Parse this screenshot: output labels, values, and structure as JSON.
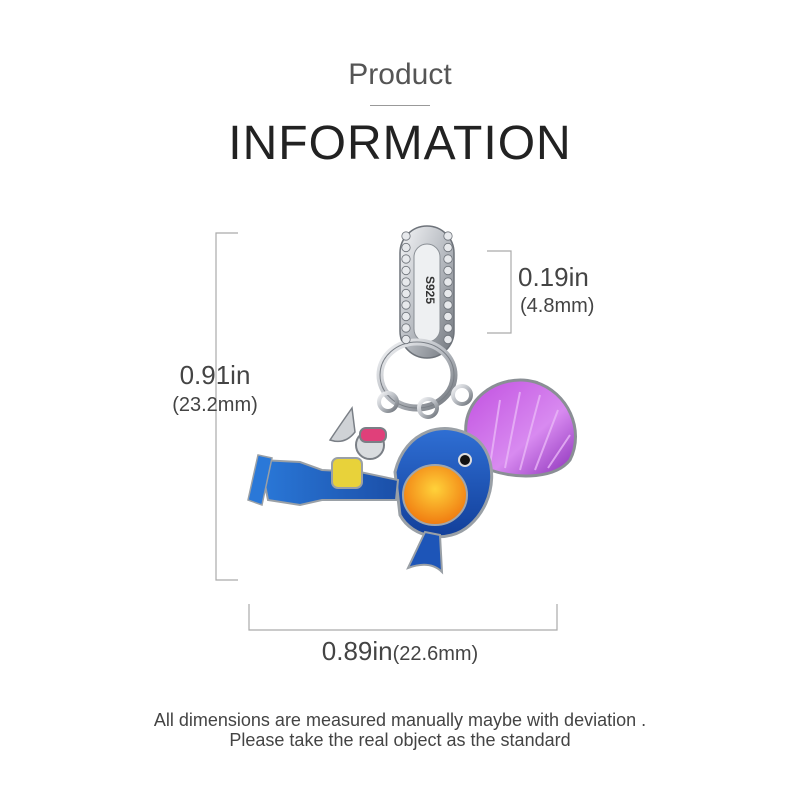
{
  "header": {
    "small_title": "Product",
    "main_title": "INFORMATION"
  },
  "dimensions": {
    "height_in": "0.91in",
    "height_mm": "(23.2mm)",
    "ring_in": "0.19in",
    "ring_mm": "(4.8mm)",
    "width_in": "0.89in",
    "width_mm": "(22.6mm)"
  },
  "product": {
    "stamp": "S925"
  },
  "footer": {
    "line1": "All dimensions are measured manually maybe with deviation .",
    "line2": "Please take the real object as the standard"
  },
  "colors": {
    "silver": "#c9ccd0",
    "blue": "#1e63c8",
    "orange": "#f0a020",
    "purple": "#b04ad8",
    "pink": "#e0407a"
  }
}
